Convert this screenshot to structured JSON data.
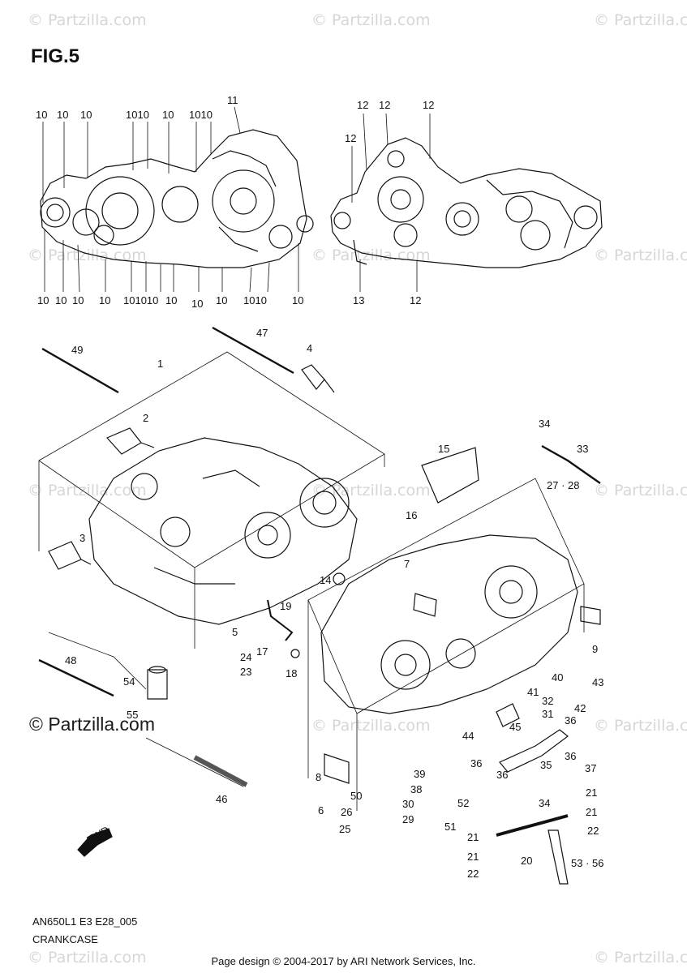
{
  "watermarks": {
    "text": "© Partzilla.com"
  },
  "figure": {
    "title": "FIG.5",
    "model_code": "AN650L1 E3 E28_005",
    "name": "CRANKCASE",
    "copyright": "© Partzilla.com",
    "page_credit": "Page design © 2004-2017 by ARI Network Services, Inc.",
    "fwd_label": "FWD"
  },
  "callouts": [
    {
      "id": "c10a",
      "label": "10"
    },
    {
      "id": "c10b",
      "label": "10"
    },
    {
      "id": "c10c",
      "label": "10"
    },
    {
      "id": "c1010a",
      "label": "1010"
    },
    {
      "id": "c10d",
      "label": "10"
    },
    {
      "id": "c1010b",
      "label": "1010"
    },
    {
      "id": "c11",
      "label": "11"
    },
    {
      "id": "c10e",
      "label": "10"
    },
    {
      "id": "c10f",
      "label": "10"
    },
    {
      "id": "c10g",
      "label": "10"
    },
    {
      "id": "c10h",
      "label": "10"
    },
    {
      "id": "c101010",
      "label": "101010"
    },
    {
      "id": "c10i",
      "label": "10"
    },
    {
      "id": "c10j",
      "label": "10"
    },
    {
      "id": "c1010c",
      "label": "1010"
    },
    {
      "id": "c10k",
      "label": "10"
    },
    {
      "id": "c12a",
      "label": "12"
    },
    {
      "id": "c12b",
      "label": "12"
    },
    {
      "id": "c12c",
      "label": "12"
    },
    {
      "id": "c12d",
      "label": "12"
    },
    {
      "id": "c13",
      "label": "13"
    },
    {
      "id": "c12e",
      "label": "12"
    },
    {
      "id": "c49",
      "label": "49"
    },
    {
      "id": "c47",
      "label": "47"
    },
    {
      "id": "c4",
      "label": "4"
    },
    {
      "id": "c1",
      "label": "1"
    },
    {
      "id": "c2",
      "label": "2"
    },
    {
      "id": "c3",
      "label": "3"
    },
    {
      "id": "c15",
      "label": "15"
    },
    {
      "id": "c16",
      "label": "16"
    },
    {
      "id": "c34a",
      "label": "34"
    },
    {
      "id": "c33",
      "label": "33"
    },
    {
      "id": "c2728",
      "label": "27 · 28"
    },
    {
      "id": "c7",
      "label": "7"
    },
    {
      "id": "c14",
      "label": "14"
    },
    {
      "id": "c19",
      "label": "19"
    },
    {
      "id": "c5",
      "label": "5"
    },
    {
      "id": "c24",
      "label": "24"
    },
    {
      "id": "c17",
      "label": "17"
    },
    {
      "id": "c23",
      "label": "23"
    },
    {
      "id": "c18",
      "label": "18"
    },
    {
      "id": "c9",
      "label": "9"
    },
    {
      "id": "c40",
      "label": "40"
    },
    {
      "id": "c41",
      "label": "41"
    },
    {
      "id": "c43",
      "label": "43"
    },
    {
      "id": "c32",
      "label": "32"
    },
    {
      "id": "c31",
      "label": "31"
    },
    {
      "id": "c42",
      "label": "42"
    },
    {
      "id": "c36a",
      "label": "36"
    },
    {
      "id": "c45",
      "label": "45"
    },
    {
      "id": "c44",
      "label": "44"
    },
    {
      "id": "c36b",
      "label": "36"
    },
    {
      "id": "c36c",
      "label": "36"
    },
    {
      "id": "c35",
      "label": "35"
    },
    {
      "id": "c36d",
      "label": "36"
    },
    {
      "id": "c37",
      "label": "37"
    },
    {
      "id": "c48",
      "label": "48"
    },
    {
      "id": "c54",
      "label": "54"
    },
    {
      "id": "c55",
      "label": "55"
    },
    {
      "id": "c39",
      "label": "39"
    },
    {
      "id": "c38",
      "label": "38"
    },
    {
      "id": "c8",
      "label": "8"
    },
    {
      "id": "c50",
      "label": "50"
    },
    {
      "id": "c30",
      "label": "30"
    },
    {
      "id": "c6",
      "label": "6"
    },
    {
      "id": "c26",
      "label": "26"
    },
    {
      "id": "c29",
      "label": "29"
    },
    {
      "id": "c52",
      "label": "52"
    },
    {
      "id": "c25",
      "label": "25"
    },
    {
      "id": "c51",
      "label": "51"
    },
    {
      "id": "c34b",
      "label": "34"
    },
    {
      "id": "c21a",
      "label": "21"
    },
    {
      "id": "c21b",
      "label": "21"
    },
    {
      "id": "c22a",
      "label": "22"
    },
    {
      "id": "c21c",
      "label": "21"
    },
    {
      "id": "c20",
      "label": "20"
    },
    {
      "id": "c21d",
      "label": "21"
    },
    {
      "id": "c5356",
      "label": "53 · 56"
    },
    {
      "id": "c22b",
      "label": "22"
    },
    {
      "id": "c46",
      "label": "46"
    }
  ]
}
